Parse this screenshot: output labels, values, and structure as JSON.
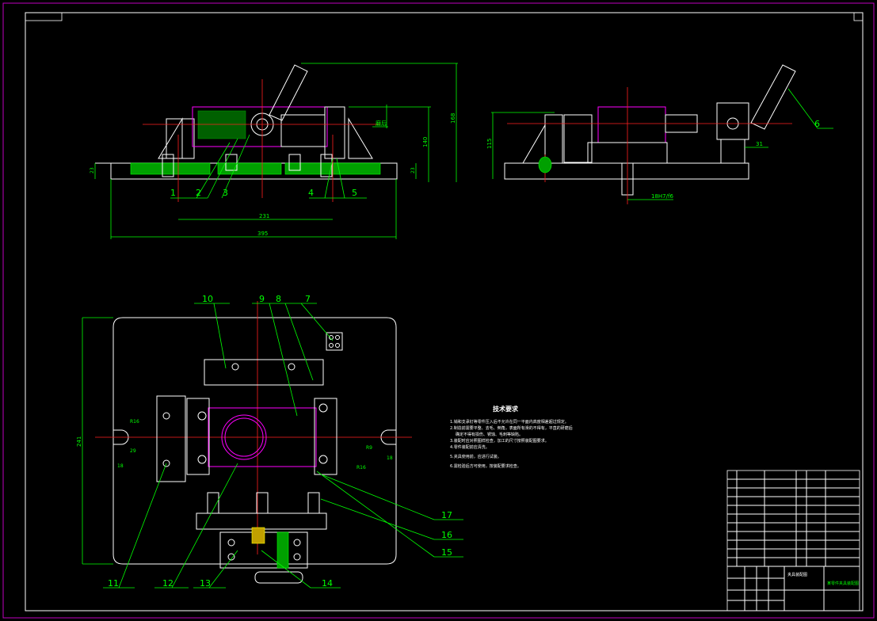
{
  "sheet": {
    "border_color": "#c000c0",
    "line_colors": {
      "outline": "#ffffff",
      "centerline": "#ff2020",
      "dimension": "#00ff00",
      "part": "#ff00ff",
      "hatch": "#00a000"
    }
  },
  "dimensions": {
    "front_height_total": "168",
    "front_height_inner": "140",
    "front_left_small": "23",
    "front_right_small": "23",
    "front_bottom_inner": "231",
    "front_bottom_outer": "395",
    "side_height": "115",
    "side_right": "31",
    "side_fit": "18H7/f6",
    "plan_height": "241",
    "plan_left_radius": "R16",
    "plan_left_slot": "18",
    "plan_left_offset": "29",
    "plan_right_radius": "R9",
    "plan_right_radius2": "R16",
    "plan_right_slot": "18",
    "surface_note": "磨后"
  },
  "balloons": {
    "b1": "1",
    "b2": "2",
    "b3": "3",
    "b4": "4",
    "b5": "5",
    "b6": "6",
    "b7": "7",
    "b8": "8",
    "b9": "9",
    "b10": "10",
    "b11": "11",
    "b12": "12",
    "b13": "13",
    "b14": "14",
    "b15": "15",
    "b16": "16",
    "b17": "17"
  },
  "notes": {
    "title": "技术要求",
    "lines": [
      "1.销和支承钉等零件压入后不允许在同一平面内高度相差超过规定。",
      "2.制造前需要平整、去毛、倒角，表面所有滑的不得有，平直的研磨后",
      "确定不得有损伤、锈蚀、毛刺等缺陷。",
      "3.装配时应对照图样检查，加工的尺寸按照装配图要求。",
      "4.零件装配前应清洗。",
      "5.夹具使用前，应进行试装。",
      "6.需检验后方可使用，按装配要求检查。"
    ]
  },
  "title_block": {
    "drawing_name": "夹具装配图",
    "part_name": "某零件夹具装配图"
  }
}
